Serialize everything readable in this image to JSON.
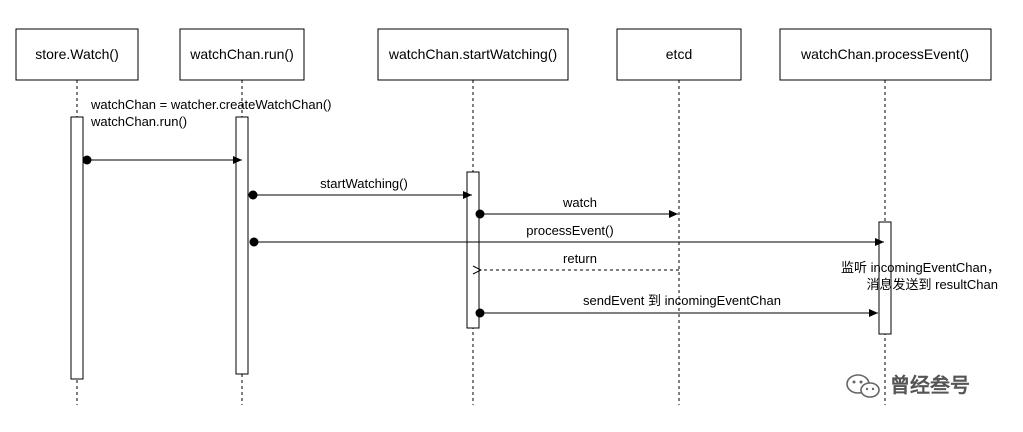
{
  "participants": [
    {
      "id": "store",
      "label": "store.Watch()"
    },
    {
      "id": "run",
      "label": "watchChan.run()"
    },
    {
      "id": "start",
      "label": "watchChan.startWatching()"
    },
    {
      "id": "etcd",
      "label": "etcd"
    },
    {
      "id": "proc",
      "label": "watchChan.processEvent()"
    }
  ],
  "notes": {
    "create_line1": "watchChan = watcher.createWatchChan()",
    "create_line2": "watchChan.run()",
    "listen_line1": "监听 incomingEventChan，",
    "listen_line2": "消息发送到 resultChan"
  },
  "messages": [
    {
      "id": "m1",
      "from": "store",
      "to": "run",
      "label": "",
      "style": "solid"
    },
    {
      "id": "m2",
      "from": "run",
      "to": "start",
      "label": "startWatching()",
      "style": "solid"
    },
    {
      "id": "m3",
      "from": "start",
      "to": "etcd",
      "label": "watch",
      "style": "solid"
    },
    {
      "id": "m4",
      "from": "run",
      "to": "proc",
      "label": "processEvent()",
      "style": "solid"
    },
    {
      "id": "m5",
      "from": "etcd",
      "to": "start",
      "label": "return",
      "style": "dashed"
    },
    {
      "id": "m6",
      "from": "start",
      "to": "proc",
      "label": "sendEvent 到 incomingEventChan",
      "style": "solid"
    }
  ],
  "watermark": {
    "text": "曾经叁号",
    "icon": "wechat-icon"
  },
  "colors": {
    "line": "#000000",
    "box_fill": "#ffffff",
    "watermark": "#555555"
  }
}
